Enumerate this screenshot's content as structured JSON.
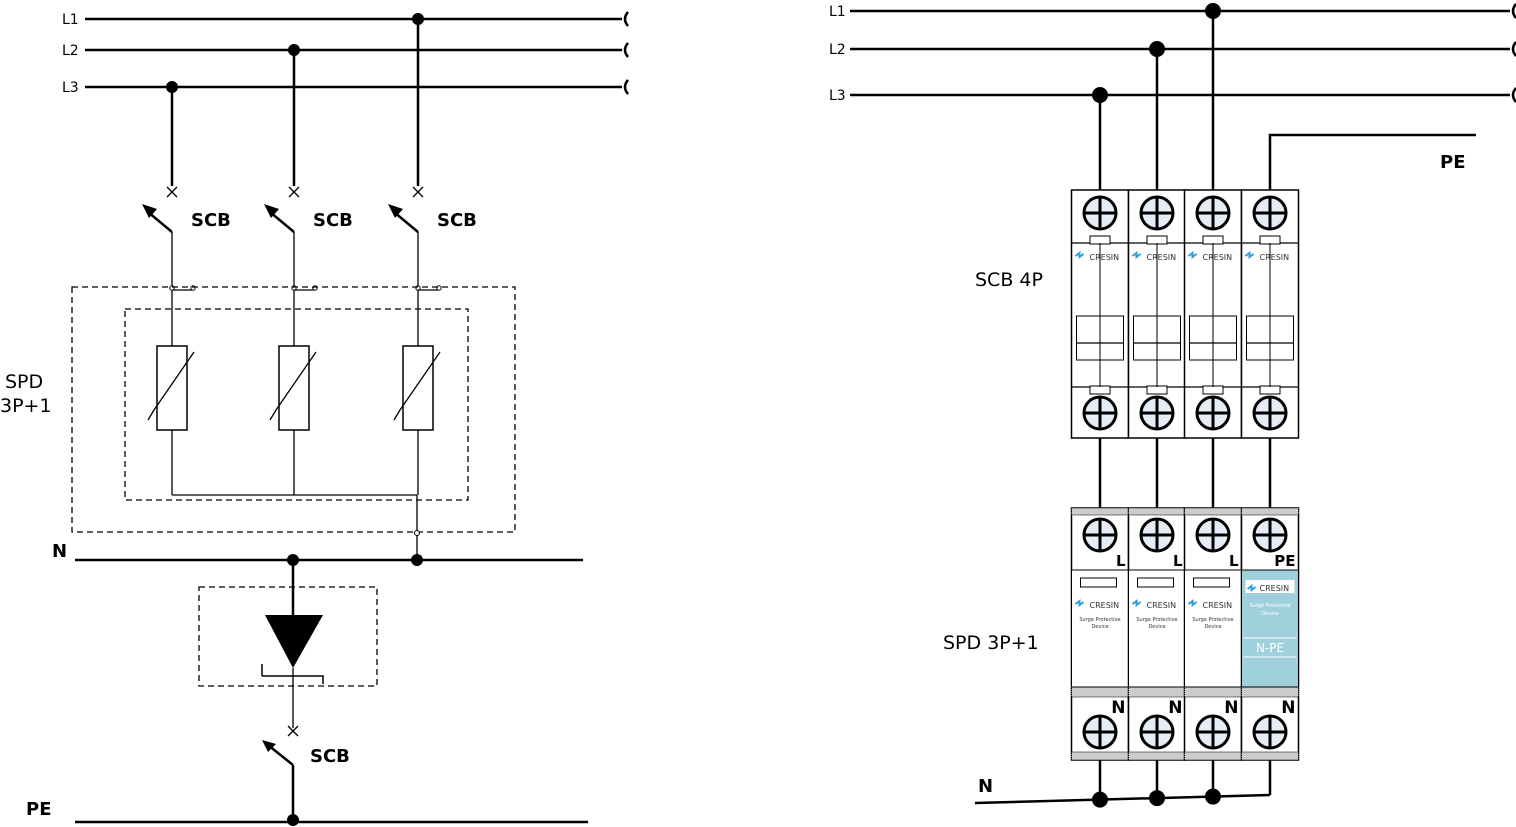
{
  "left": {
    "lines": [
      "L1",
      "L2",
      "L3"
    ],
    "scb_label": "SCB",
    "spd_label_line1": "SPD",
    "spd_label_line2": "3P+1",
    "n_label": "N",
    "pe_label": "PE"
  },
  "right": {
    "lines": [
      "L1",
      "L2",
      "L3"
    ],
    "pe_label": "PE",
    "scb_label": "SCB 4P",
    "spd_label": "SPD 3P+1",
    "n_label": "N",
    "brand": "CRESIN",
    "spd_text": "Surge Protective",
    "spd_text2": "Device",
    "spd_top_terminals": [
      "L",
      "L",
      "L",
      "PE"
    ],
    "spd_bottom_terminal": "N",
    "npe_label": "N-PE"
  },
  "colors": {
    "npe_module": "#9fd0dc",
    "terminal_fill": "#e6ecf5"
  }
}
